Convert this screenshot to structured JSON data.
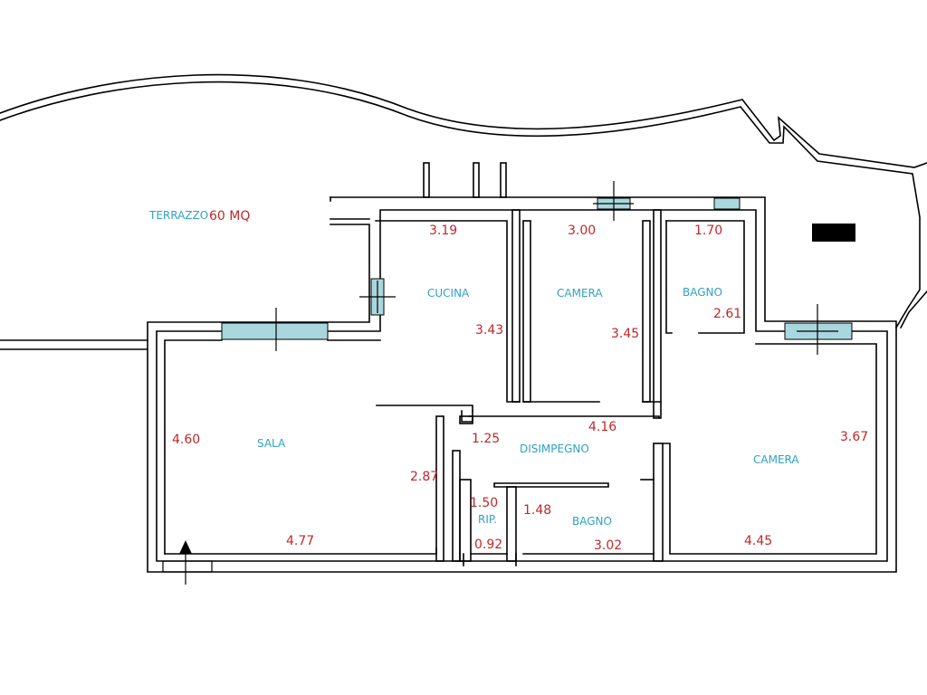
{
  "colors": {
    "room_label": "#2ea3c0",
    "dimension": "#c0282a",
    "wall": "#000000",
    "window_fill": "#a9d7de",
    "background": "#ffffff"
  },
  "terrace": {
    "label": "TERRAZZO",
    "area": "60 MQ"
  },
  "rooms": {
    "cucina": "CUCINA",
    "camera_top": "CAMERA",
    "bagno_top": "BAGNO",
    "sala": "SALA",
    "disimpegno": "DISIMPEGNO",
    "camera_right": "CAMERA",
    "ripostiglio": "RIP.",
    "bagno_bottom": "BAGNO"
  },
  "dimensions": {
    "cucina_width": "3.19",
    "cucina_depth": "3.43",
    "camera_top_width": "3.00",
    "camera_top_depth": "3.45",
    "bagno_top_width": "1.70",
    "bagno_top_depth": "2.61",
    "sala_depth": "4.60",
    "sala_width": "4.77",
    "sala_inner": "2.87",
    "disimpegno_width": "4.16",
    "disimpegno_depth": "1.25",
    "camera_right_depth": "3.67",
    "camera_right_width": "4.45",
    "rip_depth": "1.50",
    "rip_width": "0.92",
    "bagno_bottom_depth": "1.48",
    "bagno_bottom_width": "3.02"
  },
  "icons": {
    "entrance": "entrance-arrow-icon",
    "window": "window-icon",
    "redaction": "redaction-block"
  }
}
